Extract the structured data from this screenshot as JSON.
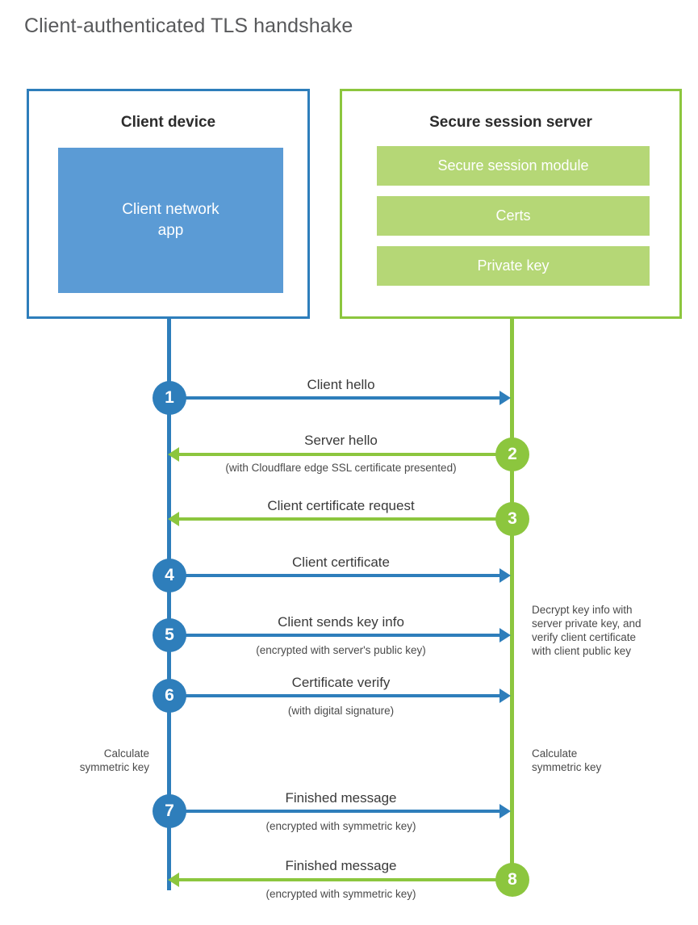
{
  "title": "Client-authenticated TLS handshake",
  "colors": {
    "blue_dark": "#2e7ebb",
    "blue_light": "#5b9bd5",
    "green_dark": "#8cc63e",
    "green_light": "#b5d776",
    "text": "#3a3a3a",
    "title_text": "#58595b"
  },
  "parties": {
    "client": {
      "title": "Client device",
      "app_line1": "Client network",
      "app_line2": "app"
    },
    "server": {
      "title": "Secure session server",
      "modules": [
        "Secure session module",
        "Certs",
        "Private key"
      ]
    }
  },
  "steps": [
    {
      "number": "1",
      "label": "Client hello",
      "sublabel": "",
      "direction": "client-to-server",
      "color": "blue"
    },
    {
      "number": "2",
      "label": "Server hello",
      "sublabel": "(with Cloudflare edge SSL certificate presented)",
      "direction": "server-to-client",
      "color": "green"
    },
    {
      "number": "3",
      "label": "Client certificate request",
      "sublabel": "",
      "direction": "server-to-client",
      "color": "green"
    },
    {
      "number": "4",
      "label": "Client certificate",
      "sublabel": "",
      "direction": "client-to-server",
      "color": "blue"
    },
    {
      "number": "5",
      "label": "Client sends key info",
      "sublabel": "(encrypted with server's public key)",
      "direction": "client-to-server",
      "color": "blue"
    },
    {
      "number": "6",
      "label": "Certificate verify",
      "sublabel": "(with digital signature)",
      "direction": "client-to-server",
      "color": "blue"
    },
    {
      "number": "7",
      "label": "Finished message",
      "sublabel": "(encrypted with symmetric key)",
      "direction": "client-to-server",
      "color": "blue"
    },
    {
      "number": "8",
      "label": "Finished message",
      "sublabel": "(encrypted with symmetric key)",
      "direction": "server-to-client",
      "color": "green"
    }
  ],
  "annotations": {
    "server_decrypt": "Decrypt key info with server private key, and verify client certificate with client public key",
    "server_decrypt_lines": [
      "Decrypt key info with",
      "server private key, and",
      "verify client certificate",
      "with client public key"
    ],
    "client_calc_lines": [
      "Calculate",
      "symmetric key"
    ],
    "server_calc_lines": [
      "Calculate",
      "symmetric key"
    ]
  }
}
